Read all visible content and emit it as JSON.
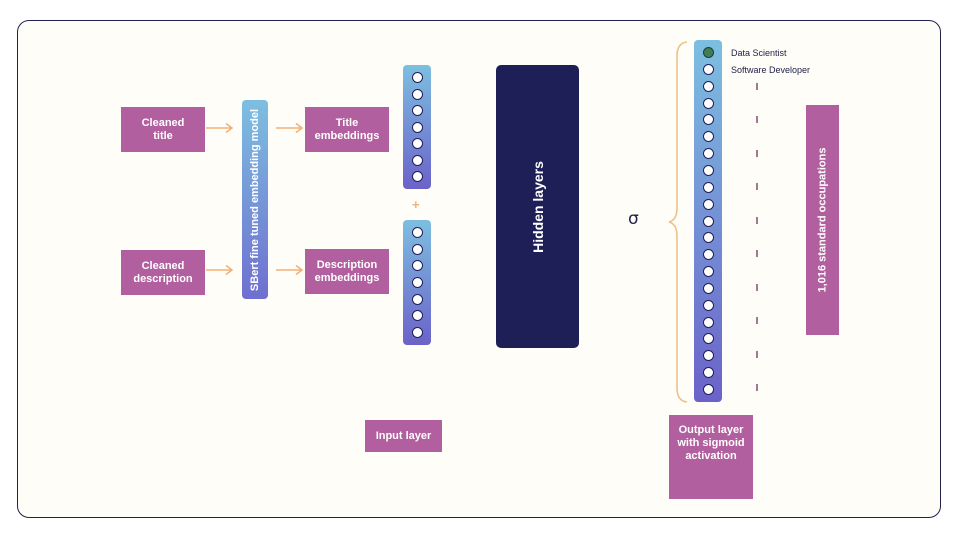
{
  "diagram": {
    "inputs": {
      "cleaned_title": "Cleaned title",
      "cleaned_description": "Cleaned description"
    },
    "model": {
      "label": "SBert fine tuned embedding model"
    },
    "embeddings": {
      "title": "Title embeddings",
      "description": "Description embeddings",
      "combine_symbol": "+"
    },
    "input_layer": {
      "label": "Input layer",
      "title_nodes": 7,
      "description_nodes": 7
    },
    "hidden": {
      "label": "Hidden layers"
    },
    "activation": {
      "symbol": "σ"
    },
    "output_layer": {
      "label": "Output layer with sigmoid activation",
      "node_count": 21,
      "active_node_index": 0,
      "node_labels": [
        "Data Scientist",
        "Software Developer"
      ],
      "count_label": "1,016 standard occupations",
      "ellipsis_marks": 10
    },
    "colors": {
      "box": "#b15f9e",
      "hidden": "#1f1f58",
      "arrow": "#f0b076",
      "gradient_top": "#7dbfe0",
      "gradient_bottom": "#6b62c9",
      "active_node": "#3f7d57",
      "frame_bg": "#fefdf8"
    }
  }
}
